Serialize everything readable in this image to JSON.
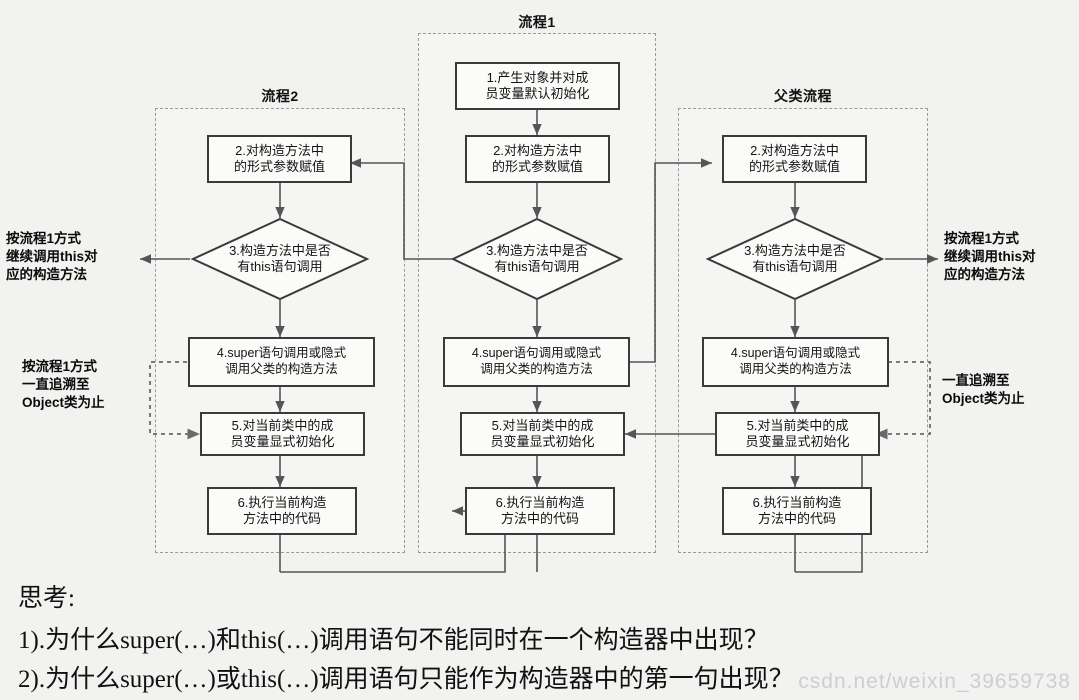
{
  "diagram": {
    "title_flow1": "流程1",
    "title_flow2": "流程2",
    "title_parent": "父类流程",
    "nodes": {
      "step1": {
        "line1": "1.产生对象并对成",
        "line2": "员变量默认初始化"
      },
      "step2": {
        "line1": "2.对构造方法中",
        "line2": "的形式参数赋值"
      },
      "step3": {
        "line1": "3.构造方法中是否",
        "line2": "有this语句调用"
      },
      "step4": {
        "line1": "4.super语句调用或隐式",
        "line2": "调用父类的构造方法"
      },
      "step5": {
        "line1": "5.对当前类中的成",
        "line2": "员变量显式初始化"
      },
      "step6": {
        "line1": "6.执行当前构造",
        "line2": "方法中的代码"
      }
    },
    "annotations": {
      "left_this": {
        "l1": "按流程1方式",
        "l2": "继续调用this对",
        "l3": "应的构造方法"
      },
      "right_this": {
        "l1": "按流程1方式",
        "l2": "继续调用this对",
        "l3": "应的构造方法"
      },
      "left_object": {
        "l1": "按流程1方式",
        "l2": "一直追溯至",
        "l3": "Object类为止"
      },
      "right_object": {
        "l1": "一直追溯至",
        "l2": "Object类为止"
      }
    }
  },
  "notes": {
    "heading": "思考:",
    "q1": "1).为什么super(…)和this(…)调用语句不能同时在一个构造器中出现？",
    "q2": "2).为什么super(…)或this(…)调用语句只能作为构造器中的第一句出现？"
  },
  "watermark": "csdn.net/weixin_39659738"
}
